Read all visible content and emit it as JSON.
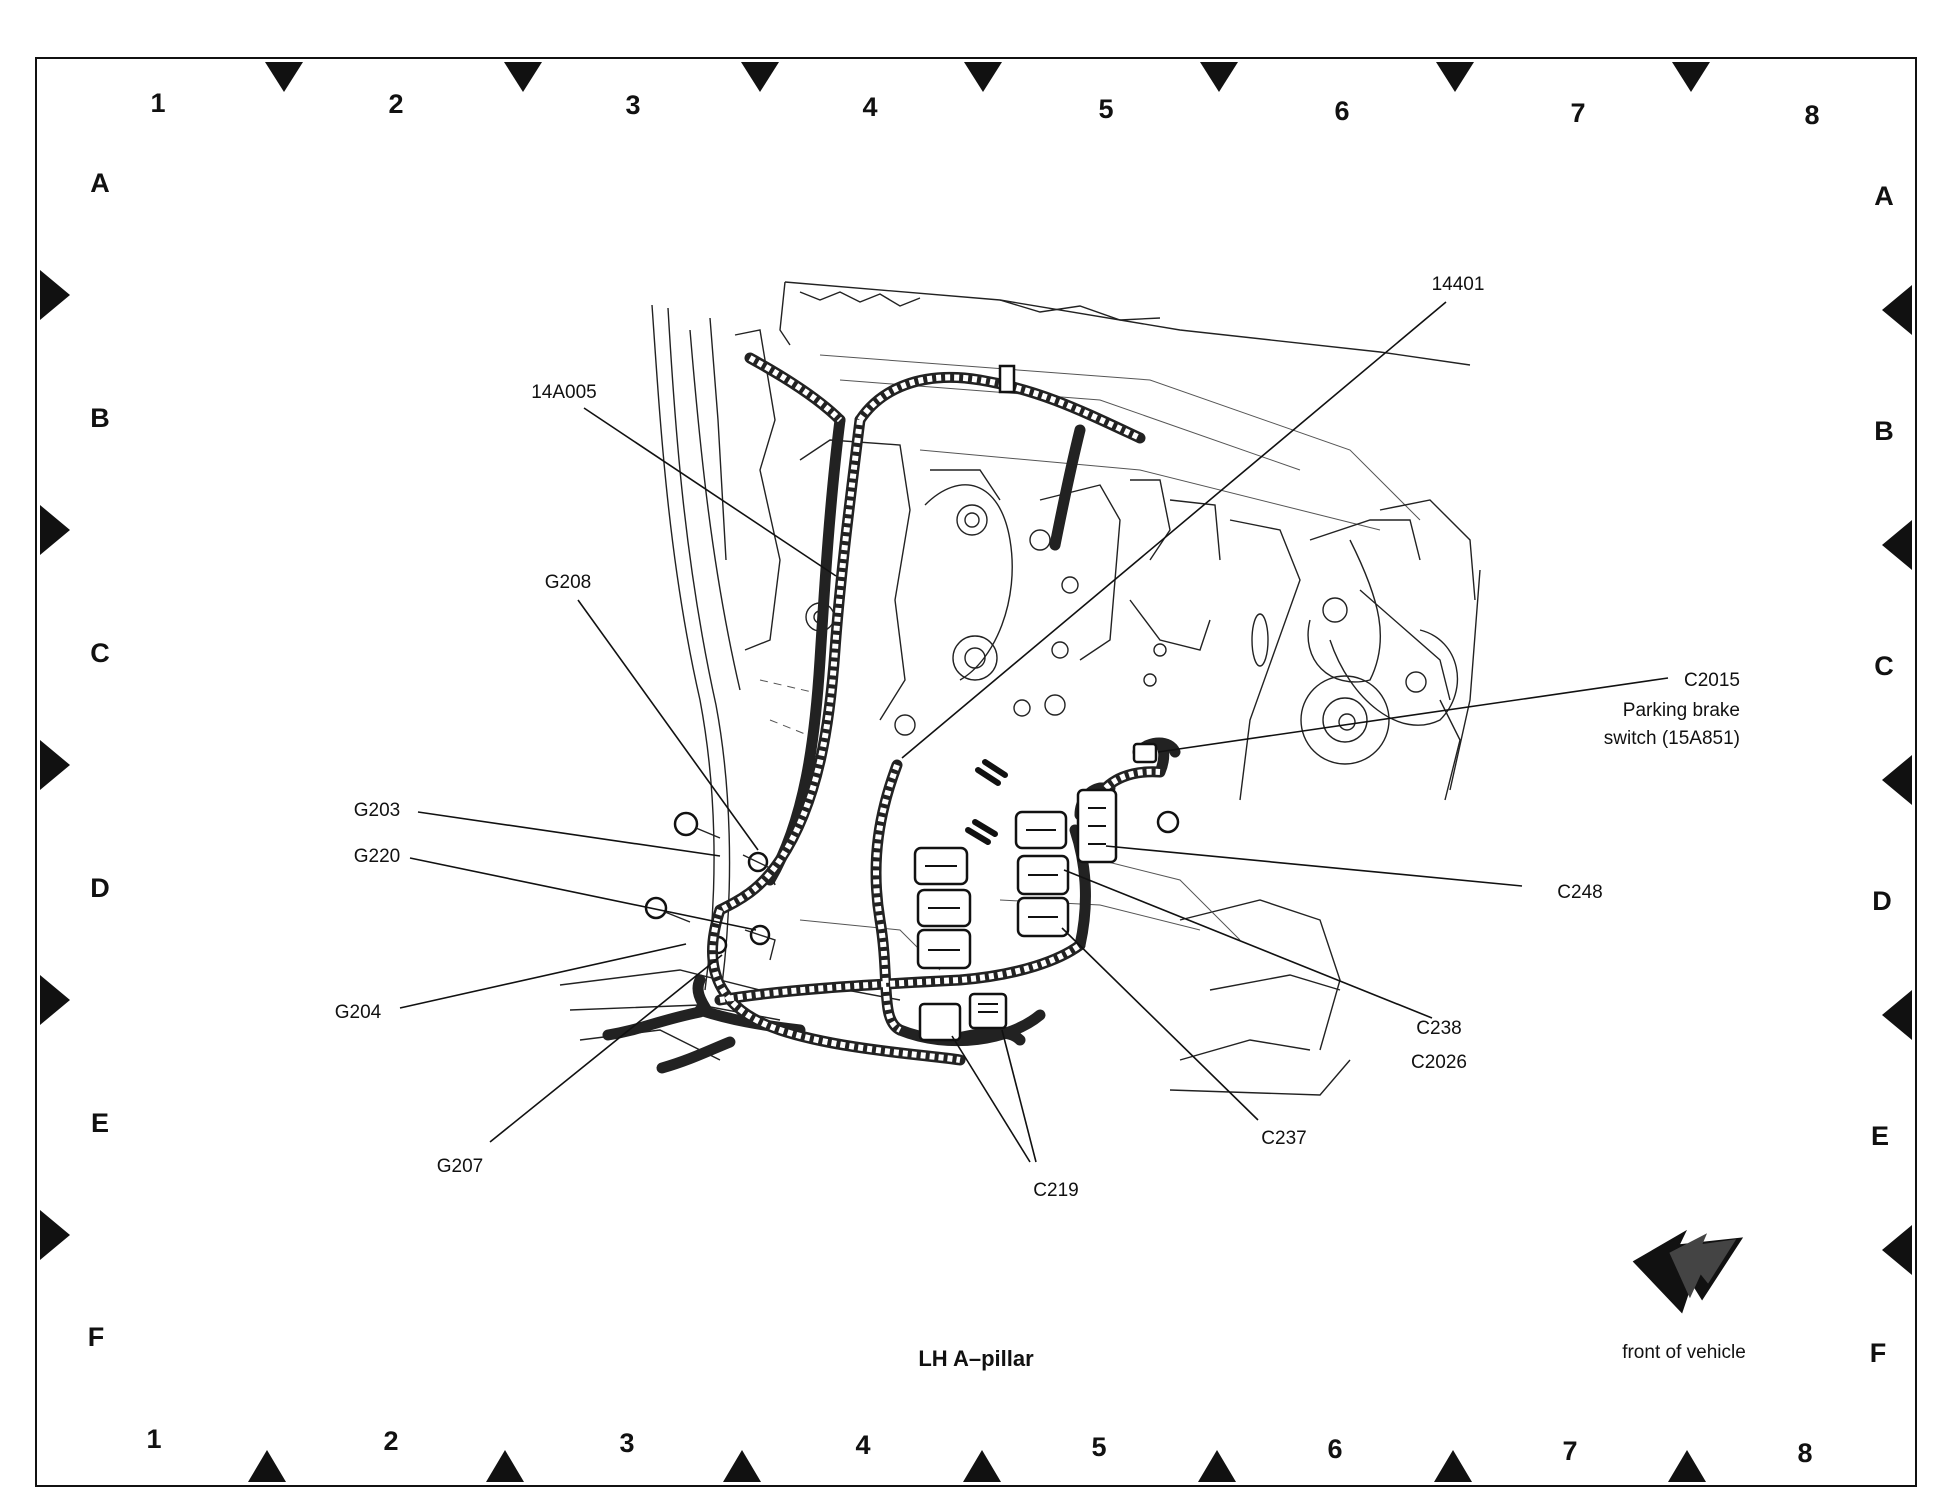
{
  "grid": {
    "columns": [
      "1",
      "2",
      "3",
      "4",
      "5",
      "6",
      "7",
      "8"
    ],
    "rows": [
      "A",
      "B",
      "C",
      "D",
      "E",
      "F"
    ]
  },
  "callouts": {
    "c14401": "14401",
    "c14a005": "14A005",
    "g208": "G208",
    "g203": "G203",
    "g220": "G220",
    "g204": "G204",
    "g207": "G207",
    "c219": "C219",
    "c237": "C237",
    "c238": "C238",
    "c2026": "C2026",
    "c248": "C248",
    "c2015": "C2015",
    "c2015_line2": "Parking brake",
    "c2015_line3": "switch (15A851)"
  },
  "caption": "LH A–pillar",
  "orientation": {
    "label": "front of vehicle",
    "icon": "front-arrow-icon"
  },
  "colors": {
    "ink": "#111111",
    "paper": "#ffffff"
  }
}
